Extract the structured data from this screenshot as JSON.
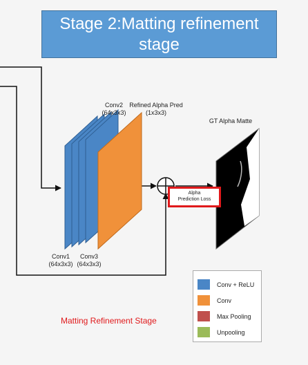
{
  "title": "Stage 2:Matting refinement stage",
  "labels": {
    "conv2": "Conv2\n(64x3x3)",
    "refined": "Refined Alpha Pred\n(1x3x3)",
    "gt": "GT Alpha Matte",
    "conv1": "Conv1\n(64x3x3)",
    "conv3": "Conv3\n(64x3x3)",
    "loss": "Alpha\nPrediction Loss",
    "stage": "Matting Refinement Stage"
  },
  "legend": [
    {
      "label": "Conv + ReLU",
      "color": "#4a86c6"
    },
    {
      "label": "Conv",
      "color": "#f0913a"
    },
    {
      "label": "Max Pooling",
      "color": "#c0504d"
    },
    {
      "label": "Unpooling",
      "color": "#9bbb59"
    }
  ],
  "colors": {
    "conv_relu": "#4a86c6",
    "conv": "#f0913a",
    "title_bg": "#5b9bd5",
    "loss_border": "#e0191b"
  }
}
